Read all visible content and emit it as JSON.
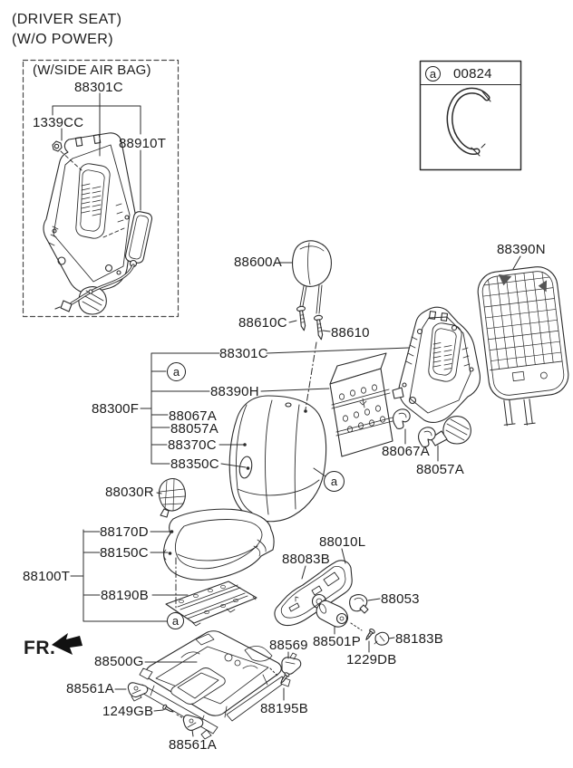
{
  "page": {
    "title_line1": "(DRIVER SEAT)",
    "title_line2": "(W/O POWER)"
  },
  "airbag_box": {
    "caption": "(W/SIDE AIR BAG)",
    "parts": {
      "side_frame": "88301C",
      "nut": "1339CC",
      "airbag_module": "88910T"
    }
  },
  "ref_box": {
    "marker": "a",
    "code": "00824"
  },
  "markers": {
    "label": "a"
  },
  "fr_indicator": "FR.",
  "parts": {
    "headrest": "88600A",
    "headrest_guide_front": "88610C",
    "headrest_guide_rear": "88610",
    "back_cover": "88301C",
    "back_board": "88390H",
    "back_assembly": "88300F",
    "back_bracket_a_left": "88067A",
    "back_bracket_b_left": "88057A",
    "back_pad": "88370C",
    "back_cover_lower": "88350C",
    "back_panel": "88390N",
    "back_bracket_a_right": "88067A",
    "back_bracket_b_right": "88057A",
    "shield_inner": "88030R",
    "cushion_cover": "88170D",
    "cushion_pad": "88150C",
    "cushion_assembly": "88100T",
    "cushion_pan": "88190B",
    "shield_outer": "88010L",
    "shield_clip": "88083B",
    "recliner_lever": "88053",
    "lifter_knob": "88501P",
    "knob_screw": "1229DB",
    "knob_cap": "88183B",
    "track_assembly": "88500G",
    "track_cover_front_inner": "88561A",
    "track_screw_front": "1249GB",
    "track_cover_rear": "88569",
    "track_screw_rear": "88195B",
    "track_cover_front_outer": "88561A"
  }
}
